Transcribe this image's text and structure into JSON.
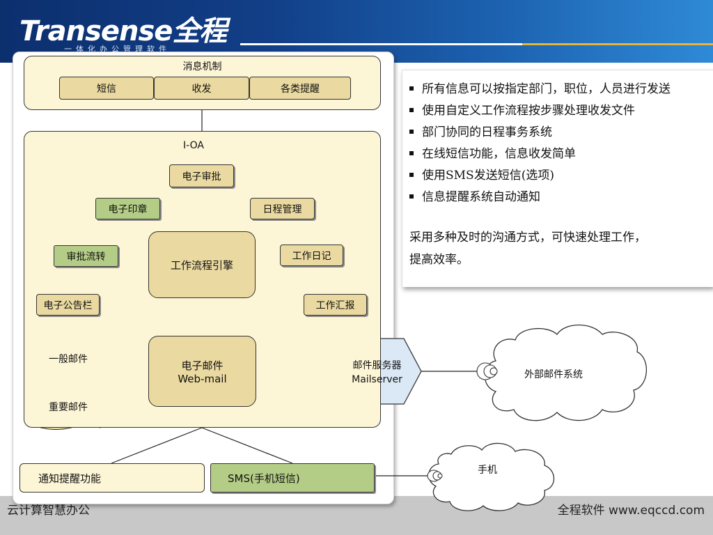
{
  "header": {
    "logo_text": "Transense全程",
    "logo_subtitle": "一体化办公管理软件"
  },
  "footer": {
    "left_text": "云计算智慧办公",
    "right_text": "全程软件 www.eqccd.com"
  },
  "diagram": {
    "message_group": {
      "title": "消息机制",
      "items": [
        "短信",
        "收发",
        "各类提醒"
      ]
    },
    "ioa_group": {
      "title": "I-OA",
      "nodes": {
        "approval": "电子审批",
        "seal": "电子印章",
        "schedule": "日程管理",
        "flow_transfer": "审批流转",
        "workflow_engine": "工作流程引擎",
        "diary": "工作日记",
        "bulletin": "电子公告栏",
        "report": "工作汇报",
        "normal_mail": "一般邮件",
        "important_mail": "重要邮件",
        "email_line1": "电子邮件",
        "email_line2": "Web-mail"
      }
    },
    "mail_server_line1": "邮件服务器",
    "mail_server_line2": "Mailserver",
    "external_mail": "外部邮件系统",
    "mobile": "手机",
    "notify": "通知提醒功能",
    "sms": "SMS(手机短信)"
  },
  "info": {
    "bullets": [
      "所有信息可以按指定部门，职位，人员进行发送",
      "使用自定义工作流程按步骤处理收发文件",
      "部门协同的日程事务系统",
      "在线短信功能，信息收发简单",
      "使用SMS发送短信(选项)",
      "信息提醒系统自动通知"
    ],
    "paragraph_line1": "采用多种及时的沟通方式，可快速处理工作，",
    "paragraph_line2": "提高效率。"
  },
  "colors": {
    "header_blue": "#123f88",
    "gold_line": "#e8b53a",
    "box_tan": "#ead9a0",
    "box_green": "#b4cd86",
    "group_fill": "#fdf6d6",
    "server_fill": "#dbe9f6",
    "footer_gray": "#c8c8c8"
  }
}
